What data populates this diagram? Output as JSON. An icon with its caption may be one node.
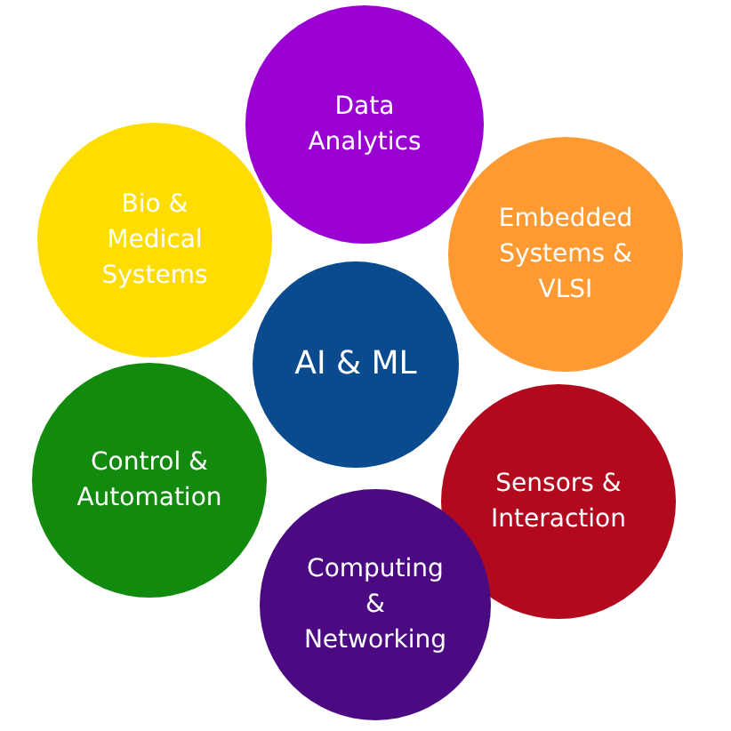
{
  "diagram": {
    "nodes": [
      {
        "text": [
          "Data Analytics"
        ]
      },
      {
        "text": [
          "Bio & Medical Systems"
        ]
      },
      {
        "text": [
          "Embedded Systems & VLSI"
        ]
      },
      {
        "text": [
          "AI & ML"
        ]
      },
      {
        "text": [
          "Control & Automation"
        ]
      },
      {
        "text": [
          "Sensors & Interaction"
        ]
      },
      {
        "text": [
          "Computing & Networking"
        ]
      }
    ]
  }
}
